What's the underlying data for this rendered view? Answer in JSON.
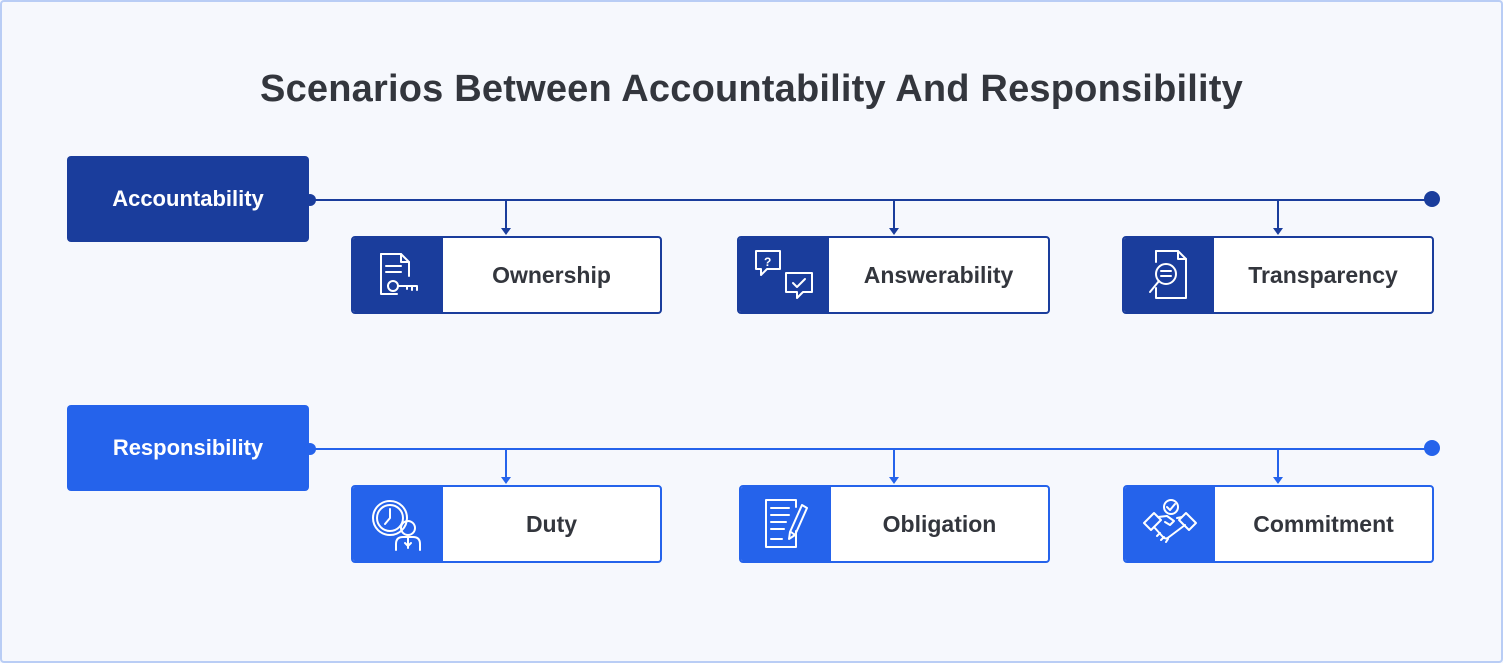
{
  "title": "Scenarios Between Accountability And Responsibility",
  "colors": {
    "accountability": "#1a3d9c",
    "responsibility": "#2563eb",
    "background": "#f6f8fd",
    "text": "#33363d"
  },
  "groups": [
    {
      "label": "Accountability",
      "items": [
        {
          "label": "Ownership",
          "icon": "document-key-icon"
        },
        {
          "label": "Answerability",
          "icon": "chat-question-check-icon"
        },
        {
          "label": "Transparency",
          "icon": "document-search-icon"
        }
      ]
    },
    {
      "label": "Responsibility",
      "items": [
        {
          "label": "Duty",
          "icon": "clock-person-icon"
        },
        {
          "label": "Obligation",
          "icon": "document-pen-icon"
        },
        {
          "label": "Commitment",
          "icon": "handshake-check-icon"
        }
      ]
    }
  ]
}
